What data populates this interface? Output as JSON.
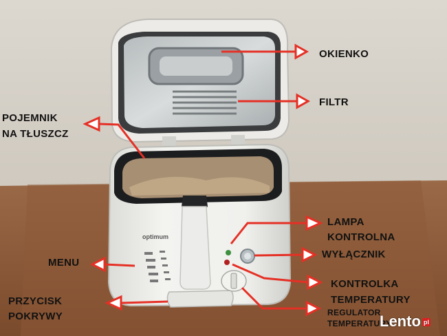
{
  "labels": {
    "okienko": "OKIENKO",
    "filtr": "FILTR",
    "pojemnik_1": "POJEMNIK",
    "pojemnik_2": "NA TŁUSZCZ",
    "menu": "MENU",
    "przycisk_1": "PRZYCISK",
    "przycisk_2": "POKRYWY",
    "lampa_1": "LAMPA",
    "lampa_2": "KONTROLNA",
    "wylacznik": "WYŁĄCZNIK",
    "kontrolka_1": "KONTROLKA",
    "kontrolka_2": "TEMPERATURY",
    "regulator_1": "REGULATOR",
    "regulator_2": "TEMPERATURY"
  },
  "brand": "optimum",
  "watermark": {
    "text": "Lento",
    "suffix": "pl"
  },
  "colors": {
    "wall": "#d9d5cd",
    "table": "#8a5634",
    "appliance": "#f1f1ee",
    "arrow": "#e53025"
  }
}
